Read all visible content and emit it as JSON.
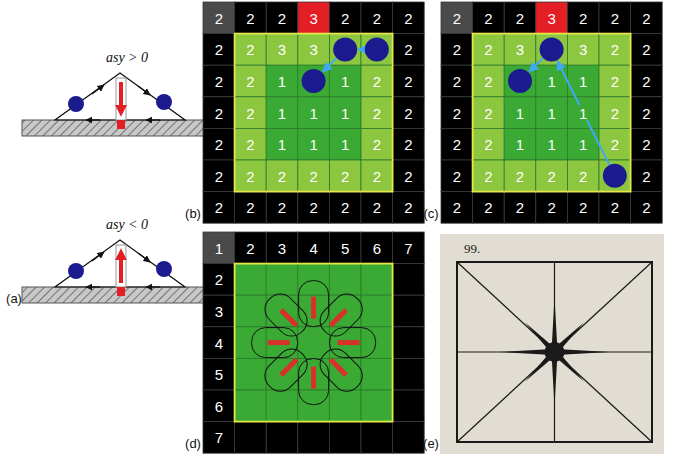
{
  "diagram": {
    "labels": [
      "asy > 0",
      "asy < 0",
      "(a)",
      "2",
      "2",
      "2",
      "3",
      "2",
      "2",
      "2",
      "2",
      "2",
      "3",
      "3",
      "2",
      "2",
      "2",
      "1",
      "1",
      "2",
      "2",
      "2",
      "2",
      "1",
      "1",
      "1",
      "2",
      "2",
      "2",
      "2",
      "1",
      "1",
      "1",
      "2",
      "2",
      "2",
      "2",
      "2",
      "2",
      "2",
      "2",
      "2",
      "2",
      "2",
      "2",
      "2",
      "2",
      "2",
      "2",
      "(b)",
      "2",
      "2",
      "2",
      "3",
      "2",
      "2",
      "2",
      "2",
      "2",
      "3",
      "3",
      "2",
      "2",
      "2",
      "2",
      "1",
      "1",
      "2",
      "2",
      "2",
      "2",
      "1",
      "1",
      "1",
      "2",
      "2",
      "2",
      "2",
      "1",
      "1",
      "1",
      "2",
      "2",
      "2",
      "2",
      "2",
      "2",
      "2",
      "2",
      "2",
      "2",
      "2",
      "2",
      "2",
      "2",
      "2",
      "(c)",
      "1",
      "2",
      "3",
      "4",
      "5",
      "6",
      "7",
      "2",
      "3",
      "4",
      "5",
      "6",
      "7",
      "(d)",
      "99.",
      "(e)"
    ]
  }
}
